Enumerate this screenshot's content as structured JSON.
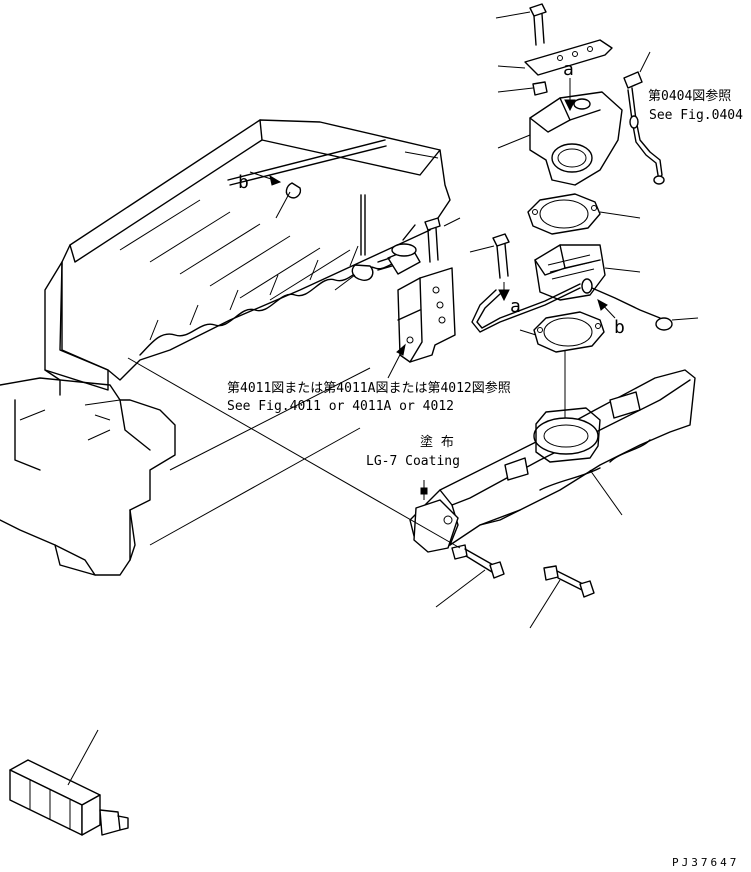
{
  "callouts": {
    "ref_0404_jp": "第0404図参照",
    "ref_0404_en": "See Fig.0404",
    "ref_4011_jp": "第4011図または第4011A図または第4012図参照",
    "ref_4011_en": "See Fig.4011 or 4011A or 4012",
    "coating_jp": "塗 布",
    "coating_en": "LG-7 Coating",
    "mark_a_top": "a",
    "mark_a_mid": "a",
    "mark_b_left": "b",
    "mark_b_right": "b"
  },
  "drawing_number": "PJ37647"
}
